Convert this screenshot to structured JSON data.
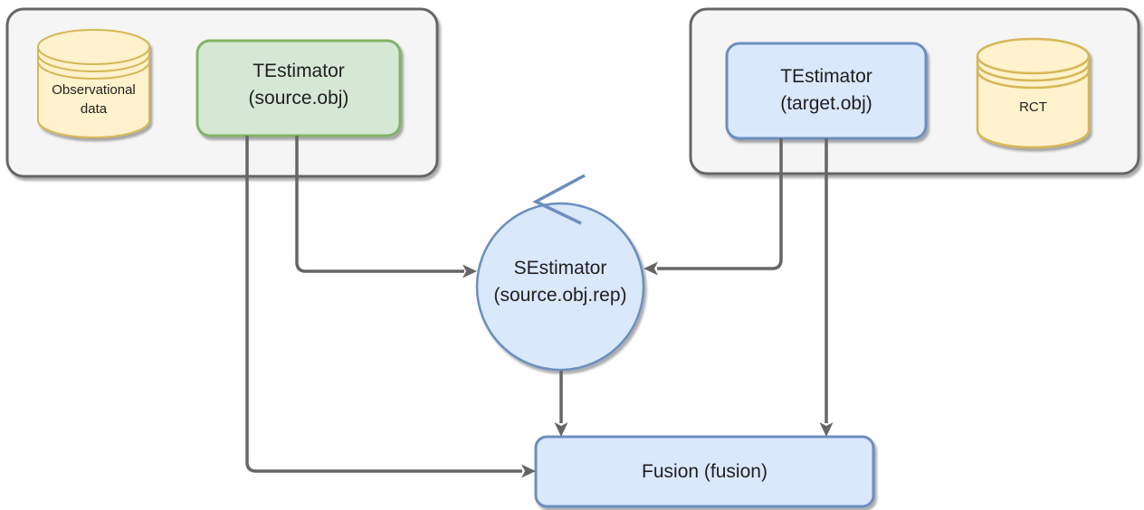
{
  "diagram": {
    "type": "flow-diagram",
    "groups": {
      "source_group": {
        "role": "source data pipeline container",
        "children": [
          "observational_data",
          "source_estimator"
        ]
      },
      "target_group": {
        "role": "target data pipeline container",
        "children": [
          "target_estimator",
          "rct"
        ]
      }
    },
    "nodes": {
      "observational_data": {
        "shape": "cylinder",
        "lines": [
          "Observational",
          "data"
        ]
      },
      "source_estimator": {
        "shape": "rounded-rect",
        "lines": [
          "TEstimator",
          "(source.obj)"
        ]
      },
      "target_estimator": {
        "shape": "rounded-rect",
        "lines": [
          "TEstimator",
          "(target.obj)"
        ]
      },
      "rct": {
        "shape": "cylinder",
        "lines": [
          "RCT"
        ]
      },
      "sestimator": {
        "shape": "circle",
        "lines": [
          "SEstimator",
          "(source.obj.rep)"
        ]
      },
      "fusion": {
        "shape": "rounded-rect",
        "label": "Fusion (fusion)"
      }
    },
    "edges": [
      {
        "from": "observational_data",
        "to": "source_estimator",
        "type": "plain-link"
      },
      {
        "from": "target_estimator",
        "to": "rct",
        "type": "plain-link"
      },
      {
        "from": "source_estimator",
        "to": "sestimator",
        "type": "arrow"
      },
      {
        "from": "target_estimator",
        "to": "sestimator",
        "type": "arrow"
      },
      {
        "from": "source_estimator",
        "to": "fusion",
        "type": "arrow"
      },
      {
        "from": "target_estimator",
        "to": "fusion",
        "type": "arrow"
      },
      {
        "from": "sestimator",
        "to": "fusion",
        "type": "arrow"
      },
      {
        "from": "sestimator",
        "to": "sestimator",
        "type": "self-loop-arrow"
      }
    ]
  },
  "colors": {
    "background": "#ffffff",
    "container_fill": "#f5f5f5",
    "container_stroke": "#666666",
    "db_fill": "#fff2cc",
    "db_stroke": "#d6b656",
    "source_fill": "#d5e8d4",
    "source_stroke": "#82b366",
    "target_fill": "#dae8fc",
    "target_stroke": "#6c8ebf",
    "arrow": "#666666",
    "loop_arrow": "#6c8ebf",
    "text": "#1f1f1f"
  }
}
